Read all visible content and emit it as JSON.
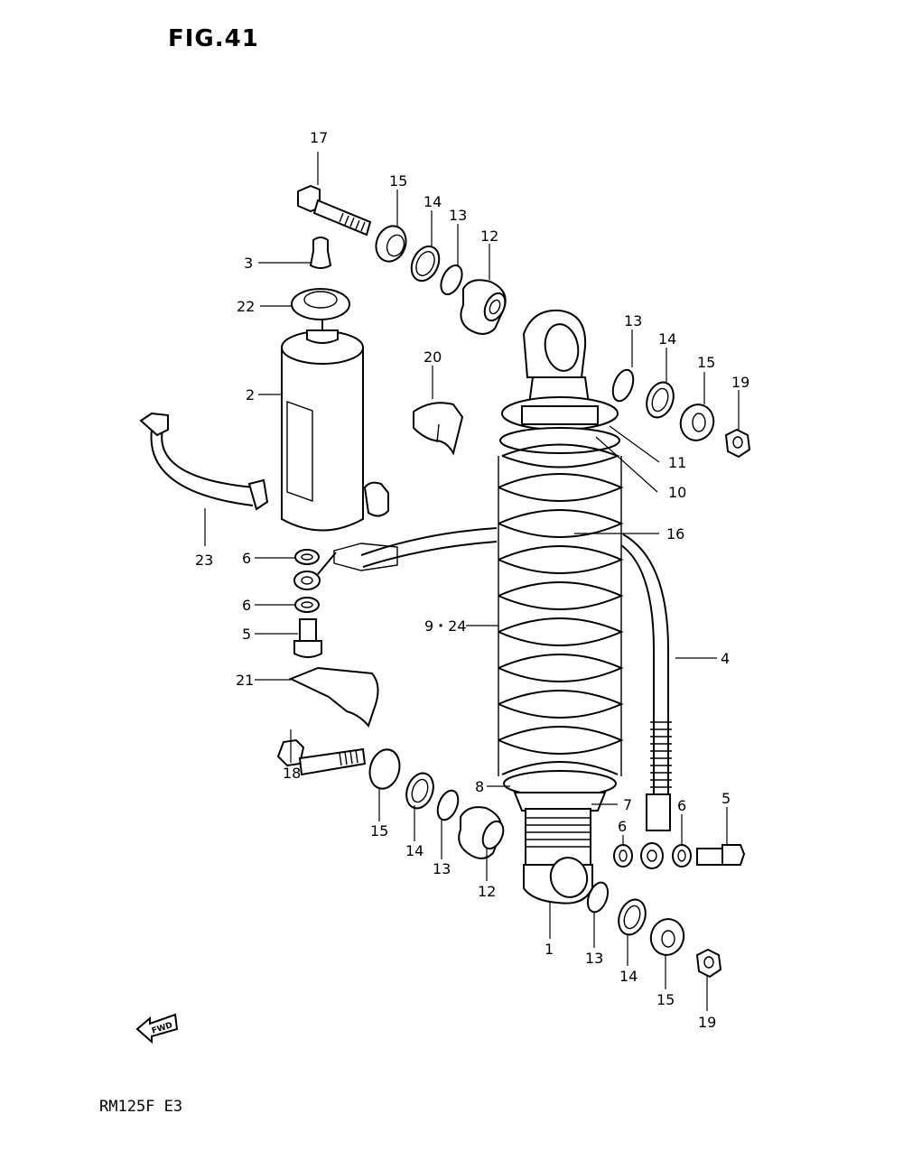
{
  "figure": {
    "title": "FIG.41",
    "model_code": "RM125F E3"
  },
  "fwd_indicator": {
    "text": "FWD",
    "icon": "fwd-arrow-icon"
  },
  "labels": [
    {
      "id": "l17",
      "text": "17"
    },
    {
      "id": "l15a",
      "text": "15"
    },
    {
      "id": "l14a",
      "text": "14"
    },
    {
      "id": "l13a",
      "text": "13"
    },
    {
      "id": "l12a",
      "text": "12"
    },
    {
      "id": "l3",
      "text": "3"
    },
    {
      "id": "l22",
      "text": "22"
    },
    {
      "id": "l20",
      "text": "20"
    },
    {
      "id": "l2",
      "text": "2"
    },
    {
      "id": "l13b",
      "text": "13"
    },
    {
      "id": "l14b",
      "text": "14"
    },
    {
      "id": "l15b",
      "text": "15"
    },
    {
      "id": "l19a",
      "text": "19"
    },
    {
      "id": "l11",
      "text": "11"
    },
    {
      "id": "l10",
      "text": "10"
    },
    {
      "id": "l16",
      "text": "16"
    },
    {
      "id": "l23",
      "text": "23"
    },
    {
      "id": "l6a",
      "text": "6"
    },
    {
      "id": "l6b",
      "text": "6"
    },
    {
      "id": "l5a",
      "text": "5"
    },
    {
      "id": "l9_24",
      "text": "9・24"
    },
    {
      "id": "l4",
      "text": "4"
    },
    {
      "id": "l21",
      "text": "21"
    },
    {
      "id": "l18",
      "text": "18"
    },
    {
      "id": "l8",
      "text": "8"
    },
    {
      "id": "l7",
      "text": "7"
    },
    {
      "id": "l6c",
      "text": "6"
    },
    {
      "id": "l6d",
      "text": "6"
    },
    {
      "id": "l5b",
      "text": "5"
    },
    {
      "id": "l15c",
      "text": "15"
    },
    {
      "id": "l14c",
      "text": "14"
    },
    {
      "id": "l13c",
      "text": "13"
    },
    {
      "id": "l12b",
      "text": "12"
    },
    {
      "id": "l1",
      "text": "1"
    },
    {
      "id": "l13d",
      "text": "13"
    },
    {
      "id": "l14d",
      "text": "14"
    },
    {
      "id": "l15d",
      "text": "15"
    },
    {
      "id": "l19b",
      "text": "19"
    }
  ]
}
